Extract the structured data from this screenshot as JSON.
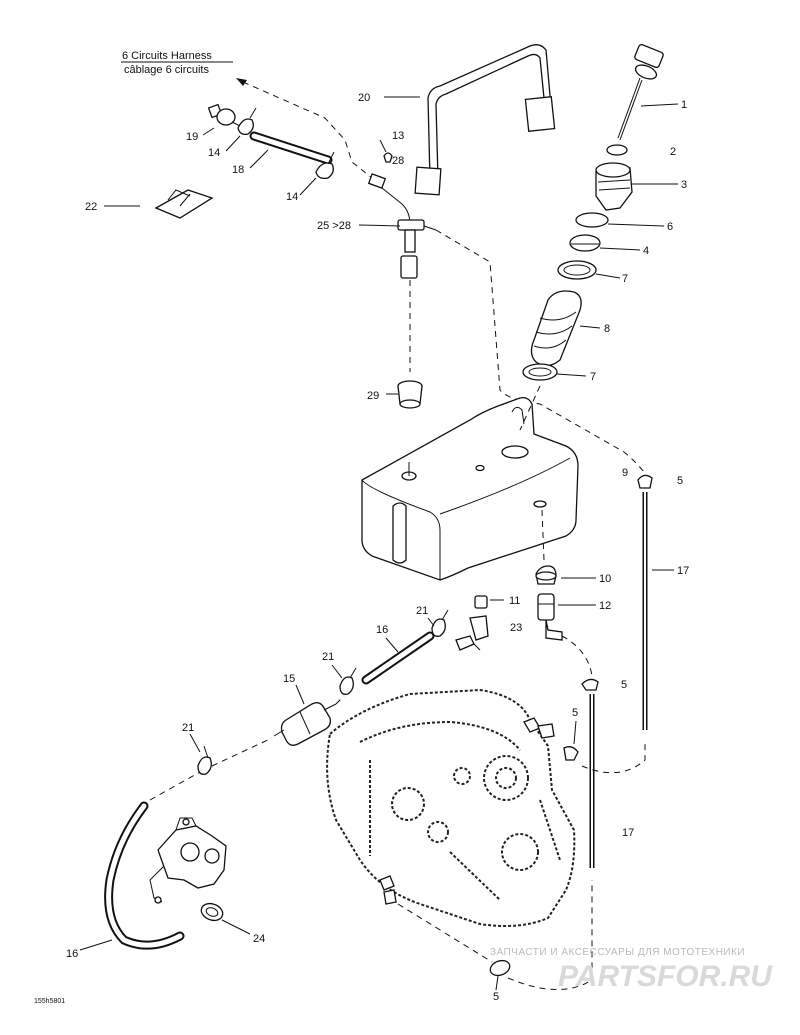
{
  "harness": {
    "line1": "6 Circuits Harness",
    "line2": "câblage 6 circuits"
  },
  "callouts": [
    {
      "id": "c1",
      "label": "1"
    },
    {
      "id": "c2",
      "label": "2"
    },
    {
      "id": "c3",
      "label": "3"
    },
    {
      "id": "c6",
      "label": "6"
    },
    {
      "id": "c4",
      "label": "4"
    },
    {
      "id": "c7a",
      "label": "7"
    },
    {
      "id": "c8",
      "label": "8"
    },
    {
      "id": "c7b",
      "label": "7"
    },
    {
      "id": "c20",
      "label": "20"
    },
    {
      "id": "c13",
      "label": "13"
    },
    {
      "id": "c28",
      "label": "28"
    },
    {
      "id": "c19",
      "label": "19"
    },
    {
      "id": "c14a",
      "label": "14"
    },
    {
      "id": "c18",
      "label": "18"
    },
    {
      "id": "c14b",
      "label": "14"
    },
    {
      "id": "c22",
      "label": "22"
    },
    {
      "id": "c25",
      "label": "25 >28"
    },
    {
      "id": "c29",
      "label": "29"
    },
    {
      "id": "c9",
      "label": "9"
    },
    {
      "id": "c5a",
      "label": "5"
    },
    {
      "id": "c17a",
      "label": "17"
    },
    {
      "id": "c10",
      "label": "10"
    },
    {
      "id": "c11",
      "label": "11"
    },
    {
      "id": "c12",
      "label": "12"
    },
    {
      "id": "c21a",
      "label": "21"
    },
    {
      "id": "c16a",
      "label": "16"
    },
    {
      "id": "c23",
      "label": "23"
    },
    {
      "id": "c21b",
      "label": "21"
    },
    {
      "id": "c15",
      "label": "15"
    },
    {
      "id": "c5b",
      "label": "5"
    },
    {
      "id": "c5c",
      "label": "5"
    },
    {
      "id": "c21c",
      "label": "21"
    },
    {
      "id": "c17b",
      "label": "17"
    },
    {
      "id": "c24",
      "label": "24"
    },
    {
      "id": "c16b",
      "label": "16"
    },
    {
      "id": "c5d",
      "label": "5"
    }
  ],
  "code": "155h5801",
  "watermark": {
    "line1": "ЗАПЧАСТИ И АКСЕССУАРЫ ДЛЯ МОТОТЕХНИКИ",
    "line2": "PARTSFOR.RU"
  }
}
